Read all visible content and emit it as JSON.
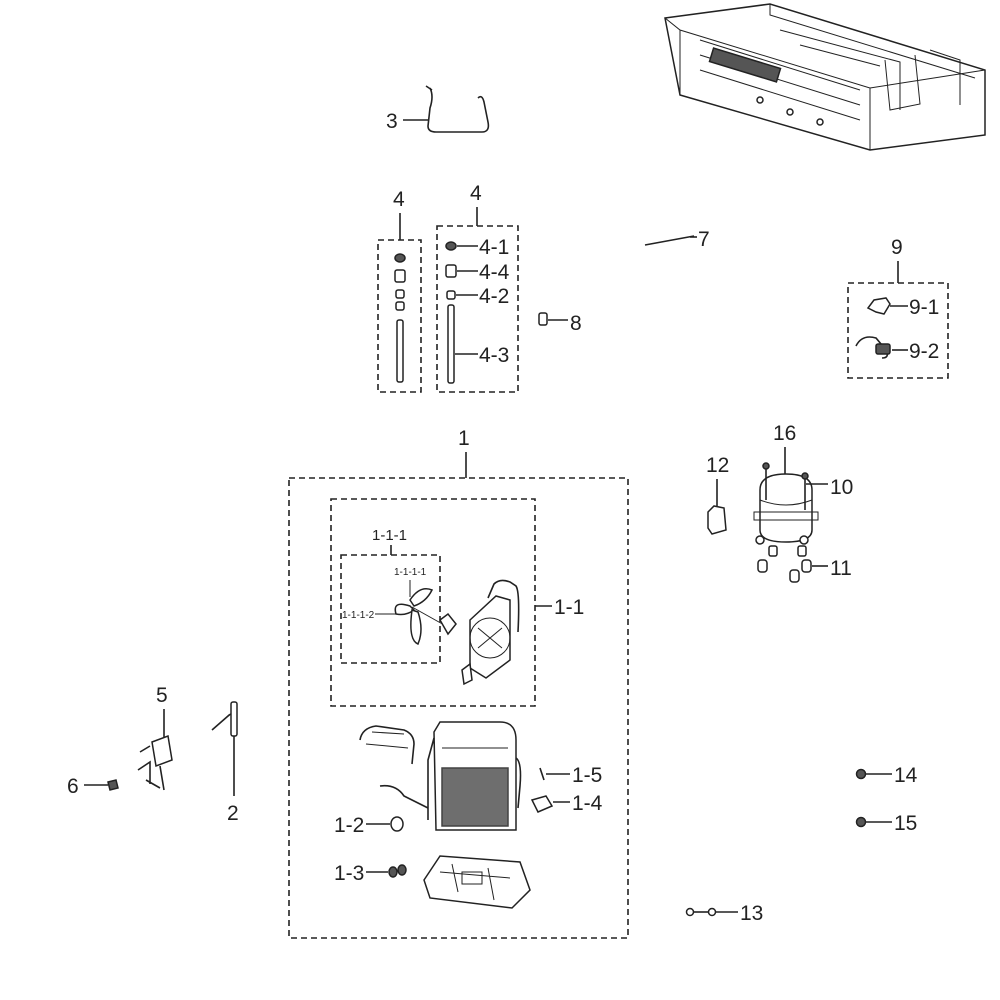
{
  "callouts": {
    "c1": "1",
    "c1_1": "1-1",
    "c1_1_1": "1-1-1",
    "c1_1_1_1": "1-1-1-1",
    "c1_1_1_2": "1-1-1-2",
    "c1_2": "1-2",
    "c1_3": "1-3",
    "c1_4": "1-4",
    "c1_5": "1-5",
    "c2": "2",
    "c3": "3",
    "c4a": "4",
    "c4b": "4",
    "c4_1": "4-1",
    "c4_2": "4-2",
    "c4_3": "4-3",
    "c4_4": "4-4",
    "c5": "5",
    "c6": "6",
    "c7": "7",
    "c8": "8",
    "c9": "9",
    "c9_1": "9-1",
    "c9_2": "9-2",
    "c10": "10",
    "c11": "11",
    "c12": "12",
    "c13": "13",
    "c14": "14",
    "c15": "15",
    "c16": "16"
  }
}
